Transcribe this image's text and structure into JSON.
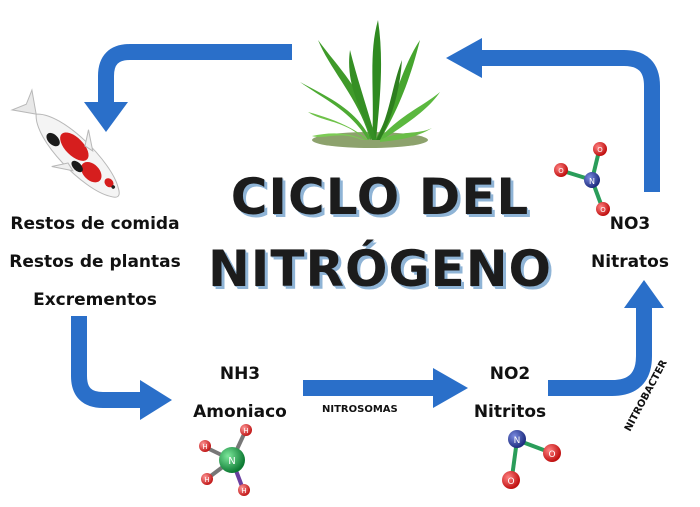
{
  "title": {
    "line1": "CICLO DEL",
    "line2": "NITRÓGENO"
  },
  "sources": [
    "Restos de comida",
    "Restos de plantas",
    "Excrementos"
  ],
  "nh3": {
    "formula": "NH3",
    "name": "Amoniaco"
  },
  "no2": {
    "formula": "NO2",
    "name": "Nitritos"
  },
  "no3": {
    "formula": "NO3",
    "name": "Nitratos"
  },
  "enzymes": {
    "nitrosomas": "NITROSOMAS",
    "nitrobacter": "NITROBACTER"
  },
  "molecule_atoms": {
    "nitrogen": "N",
    "oxygen": "O",
    "hydrogen": "H"
  },
  "colors": {
    "arrow": "#2a6fc9",
    "title_shadow": "#8fb4d6",
    "oxygen": "#d81e1e",
    "nitrogen_blue": "#2b3f9e",
    "nitrogen_green": "#1aa34a",
    "plant": "#3f9a2a"
  },
  "icons": [
    "plant-icon",
    "koi-fish-icon",
    "ammonia-molecule-icon",
    "nitrite-molecule-icon",
    "nitrate-molecule-icon"
  ]
}
